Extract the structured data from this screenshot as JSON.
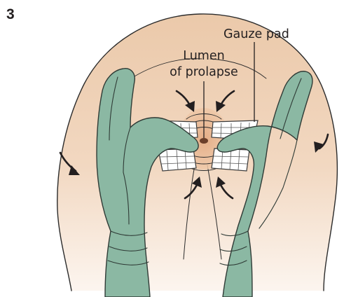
{
  "figure": {
    "number": "3",
    "labels": {
      "gauze": "Gauze pad",
      "lumen_line1": "Lumen",
      "lumen_line2": "of prolapse"
    },
    "colors": {
      "skin_top": "#edd0b4",
      "skin_mid": "#f3dcc6",
      "skin_bottom": "#fbf3ec",
      "glove": "#8bb8a3",
      "glove_shadow": "#6f9c88",
      "ink": "#231f20"
    },
    "icons": {
      "arrows": "curved-arrow-icon",
      "gauze": "gauze-pad-icon",
      "gloves": "gloved-hand-icon"
    }
  }
}
